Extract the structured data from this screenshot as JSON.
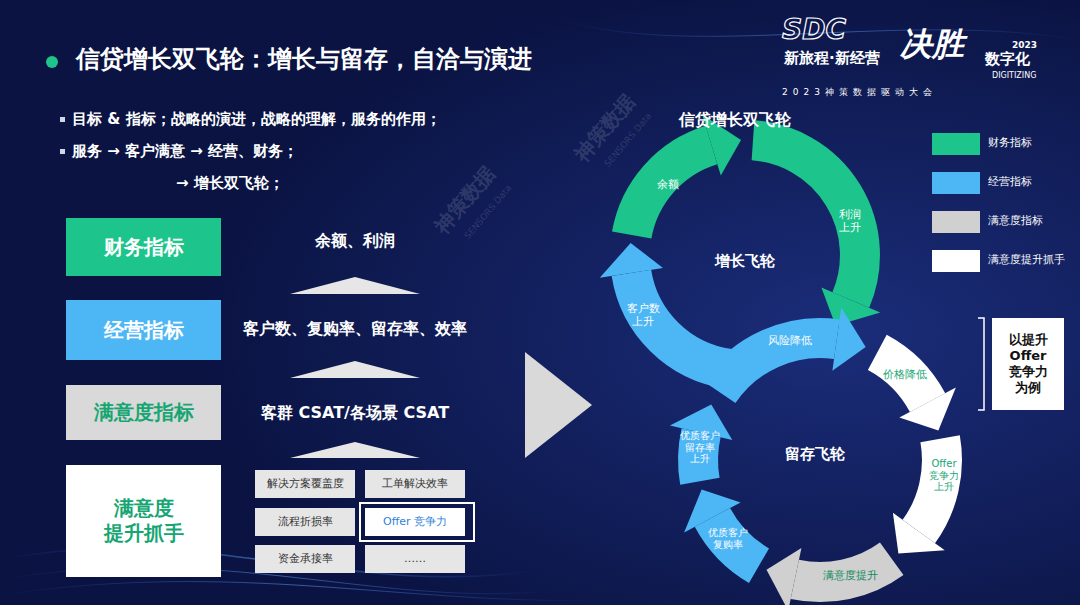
{
  "diagram": {
    "title": "信贷增长双飞轮：增长与留存，自洽与演进",
    "nodes": [
      {
        "text": [
          "财务指标"
        ]
      },
      {
        "text": [
          "经营指标"
        ]
      },
      {
        "text": [
          "满意度指标"
        ]
      },
      {
        "text": [
          "满意度 提升抓手"
        ]
      },
      {
        "text": [
          "解决方案覆盖度"
        ]
      },
      {
        "text": [
          "工单解决效率"
        ]
      },
      {
        "text": [
          "流程折损率"
        ]
      },
      {
        "text": [
          "Offer 竞争力"
        ]
      },
      {
        "text": [
          "资金承接率"
        ]
      },
      {
        "text": [
          "……"
        ]
      },
      {
        "text": [
          "以提升 Offer 竞争力 为例"
        ]
      }
    ],
    "labels": [
      "目标 & 指标；战略的演进，战略的理解，服务的作用；",
      "服务 → 客户满意 → 经营、财务；",
      "→ 增长双飞轮；",
      "余额、利润",
      "客户数、复购率、留存率、效率",
      "客群 CSAT/各场景 CSAT",
      "信贷增长双飞轮",
      "余额",
      "利润 上升",
      "增长飞轮",
      "客户数 上升",
      "风险降低",
      "价格降低",
      "优质客户 留存率 上升",
      "留存飞轮",
      "Offer 竞争力 上升",
      "优质客户 复购率",
      "满意度提升",
      "SDC",
      "新旅程·新经营",
      "决胜",
      "2023",
      "数字化",
      "DIGITIZING",
      "2023神策数据驱动大会",
      "神策数据",
      "SENSORS Data",
      "神策数据",
      "SENSORS Data"
    ],
    "legend": [
      {
        "text": "财务指标",
        "color": "#1dc48b"
      },
      {
        "text": "经营指标",
        "color": "#4db6f5"
      },
      {
        "text": "满意度指标",
        "color": "#d0d0d0"
      },
      {
        "text": "满意度提升抓手",
        "color": "#ffffff"
      }
    ]
  }
}
